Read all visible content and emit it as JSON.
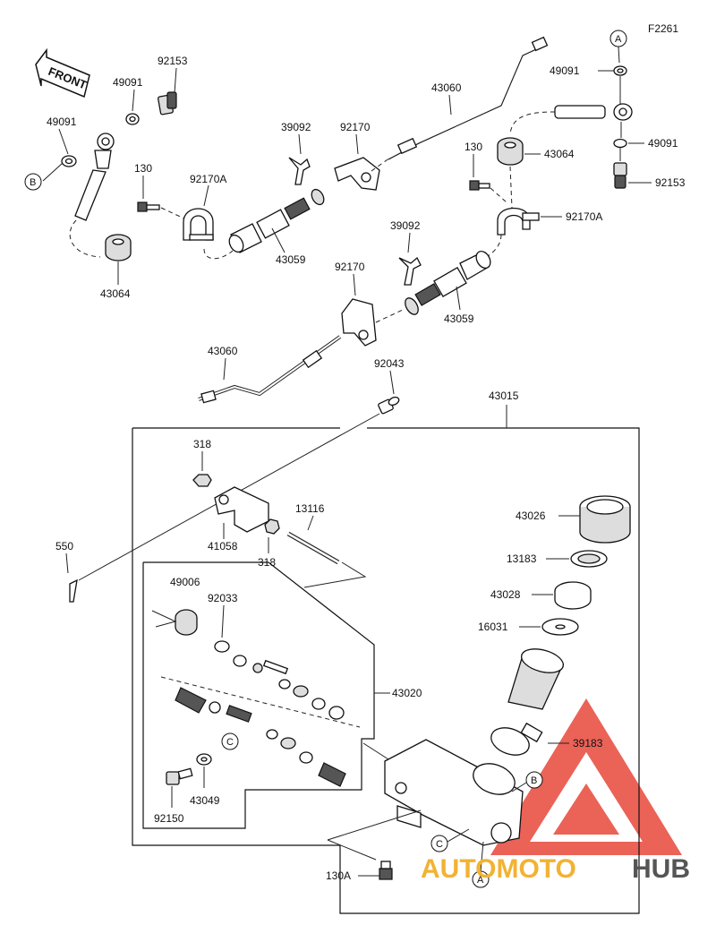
{
  "figure_code": "F2261",
  "front_label": "FRONT",
  "brand": {
    "name_part1": "AUTOMOTO",
    "name_part2": "HUB",
    "accent_color": "#e8473a",
    "gold_color": "#f2b233",
    "gray_color": "#555555"
  },
  "refs": {
    "A": "A",
    "B": "B",
    "C": "C"
  },
  "parts": {
    "p92153_l": "92153",
    "p49091_l1": "49091",
    "p49091_l2": "49091",
    "p130_l": "130",
    "p92170A_l": "92170A",
    "p43064_l": "43064",
    "p39092_t": "39092",
    "p92170_t": "92170",
    "p43060_t": "43060",
    "p43059_t": "43059",
    "p49091_r1": "49091",
    "p49091_r2": "49091",
    "p92153_r": "92153",
    "p130_r": "130",
    "p43064_r": "43064",
    "p92170A_r": "92170A",
    "p39092_m": "39092",
    "p92170_m": "92170",
    "p43059_m": "43059",
    "p43060_m": "43060",
    "p92043": "92043",
    "p43015": "43015",
    "p318_a": "318",
    "p318_b": "318",
    "p41058": "41058",
    "p13116": "13116",
    "p550": "550",
    "p49006": "49006",
    "p92033": "92033",
    "p43020": "43020",
    "p43026": "43026",
    "p13183": "13183",
    "p43028": "43028",
    "p16031": "16031",
    "p39183": "39183",
    "p43049": "43049",
    "p92150": "92150",
    "p130A": "130A"
  }
}
